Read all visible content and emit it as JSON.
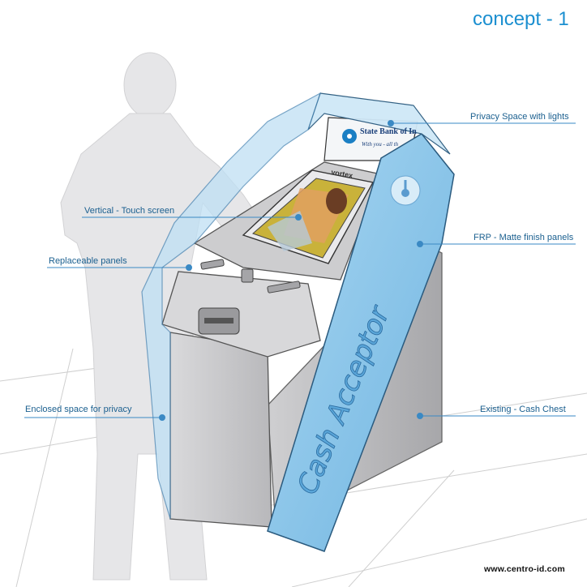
{
  "title": "concept - 1",
  "callouts": {
    "privacy_space": "Privacy Space with lights",
    "touch_screen": "Vertical - Touch screen",
    "frp_panels": "FRP - Matte finish panels",
    "replaceable_panels": "Replaceable panels",
    "enclosed_space": "Enclosed space for privacy",
    "cash_chest": "Existing - Cash Chest"
  },
  "machine": {
    "bank_name": "State Bank of In",
    "bank_tagline": "With you - all th",
    "screen_brand": "vortex",
    "side_text": "Cash Acceptor"
  },
  "footer": "www.centro-id.com",
  "colors": {
    "accent": "#1b8fd0",
    "shell_blue": "#8ec8ea",
    "callout_line": "#3a89c4",
    "body_gray": "#c9c9cb"
  }
}
